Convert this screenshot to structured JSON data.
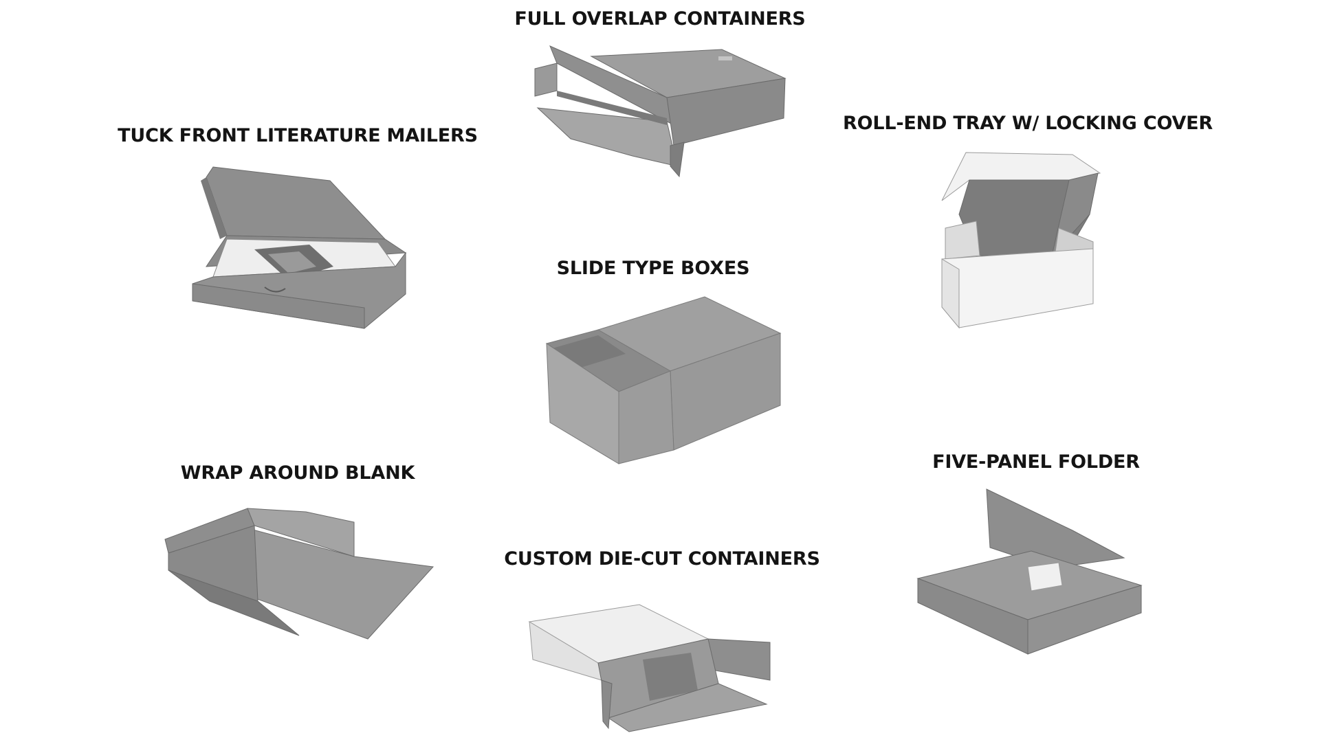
{
  "labels": {
    "full_overlap": "FULL OVERLAP CONTAINERS",
    "tuck_front": "TUCK FRONT LITERATURE MAILERS",
    "roll_end": "ROLL-END TRAY W/ LOCKING COVER",
    "slide_type": "SLIDE TYPE BOXES",
    "wrap_around": "WRAP AROUND BLANK",
    "five_panel": "FIVE-PANEL FOLDER",
    "custom_die_cut": "CUSTOM DIE-CUT CONTAINERS"
  },
  "colors": {
    "background": "#ffffff",
    "label_text": "#141414",
    "cardboard_light": "#a3a3a3",
    "cardboard_mid": "#8f8f8f",
    "cardboard_dark": "#707070",
    "white_board": "#f0f0f0"
  }
}
